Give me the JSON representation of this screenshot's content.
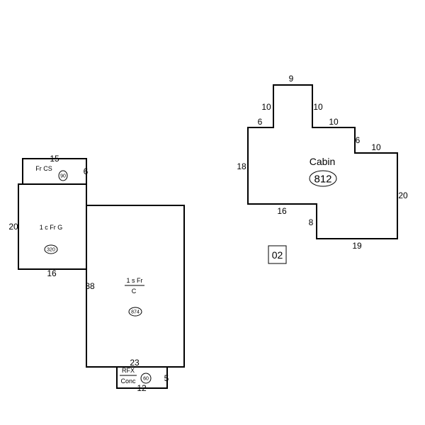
{
  "sketch": {
    "card_number": "02",
    "fr_cs": {
      "label": "Fr CS",
      "area": "90",
      "dims": {
        "top": "15",
        "right": "6"
      }
    },
    "garage": {
      "label": "1 c Fr G",
      "area": "320",
      "dims": {
        "left": "20",
        "bottom": "16"
      }
    },
    "house": {
      "label_top": "1 s Fr",
      "label_bottom": "C",
      "area": "874",
      "dims": {
        "left": "38",
        "bottom": "23"
      }
    },
    "rfx": {
      "label_top": "RFX",
      "label_bottom": "Conc",
      "area": "60",
      "dims": {
        "bottom": "12",
        "right": "5"
      }
    },
    "cabin": {
      "label": "Cabin",
      "area": "812",
      "dims": {
        "top": "9",
        "upper_left": "10",
        "upper_right": "10",
        "left_step": "6",
        "right_step": "10",
        "right_drop": "6",
        "far_right_top": "10",
        "left": "18",
        "right": "20",
        "bottom_left": "16",
        "inner_drop": "8",
        "bottom_right": "19"
      }
    }
  }
}
